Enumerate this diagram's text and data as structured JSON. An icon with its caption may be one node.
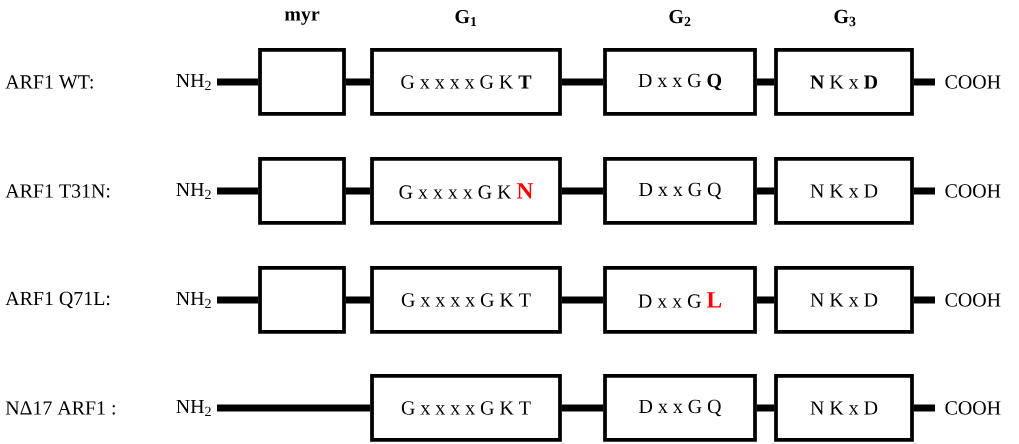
{
  "diagram": {
    "nodes": [
      {
        "text": [
          "NH$_{2}$"
        ]
      },
      {
        "text": [],
        "shape": "box"
      },
      {
        "text": [
          "G x x x x G K **T**"
        ]
      },
      {
        "text": [
          "D x x G **Q**"
        ]
      },
      {
        "text": [
          "**N** K x **D**"
        ]
      },
      {
        "text": [
          "COOH"
        ]
      },
      {
        "text": [
          "NH$_{2}$"
        ]
      },
      {
        "text": [],
        "shape": "box"
      },
      {
        "text": [
          "G x x x x G K",
          "N"
        ]
      },
      {
        "text": [
          "D x x G Q"
        ]
      },
      {
        "text": [
          "N K x D"
        ]
      },
      {
        "text": [
          "COOH"
        ]
      },
      {
        "text": [
          "NH$_{2}$"
        ]
      },
      {
        "text": [],
        "shape": "box"
      },
      {
        "text": [
          "G x x x x G K T"
        ]
      },
      {
        "text": [
          "D x x G",
          "L"
        ]
      },
      {
        "text": [
          "N K x D"
        ]
      },
      {
        "text": [
          "COOH"
        ]
      },
      {
        "text": [
          "NH$_{2}$"
        ]
      },
      {
        "text": [
          "G x x x x G K T"
        ]
      },
      {
        "text": [
          "D x x G Q"
        ]
      },
      {
        "text": [
          "N K x D"
        ]
      },
      {
        "text": [
          "COOH"
        ]
      }
    ],
    "edges": [
      {
        "from": 0,
        "to": 1,
        "arrow": "none"
      },
      {
        "from": 1,
        "to": 2,
        "arrow": "none"
      },
      {
        "from": 2,
        "to": 3,
        "arrow": "none"
      },
      {
        "from": 3,
        "to": 4,
        "arrow": "none"
      },
      {
        "from": 4,
        "to": 5,
        "arrow": "none"
      },
      {
        "from": 6,
        "to": 7,
        "arrow": "none"
      },
      {
        "from": 7,
        "to": 8,
        "arrow": "none"
      },
      {
        "from": 8,
        "to": 9,
        "arrow": "none"
      },
      {
        "from": 9,
        "to": 10,
        "arrow": "none"
      },
      {
        "from": 10,
        "to": 11,
        "arrow": "none"
      },
      {
        "from": 12,
        "to": 13,
        "arrow": "none"
      },
      {
        "from": 13,
        "to": 14,
        "arrow": "none"
      },
      {
        "from": 14,
        "to": 15,
        "arrow": "none"
      },
      {
        "from": 15,
        "to": 16,
        "arrow": "none"
      },
      {
        "from": 16,
        "to": 17,
        "arrow": "none"
      },
      {
        "from": 18,
        "to": 19,
        "arrow": "none"
      },
      {
        "from": 19,
        "to": 20,
        "arrow": "none"
      },
      {
        "from": 20,
        "to": 21,
        "arrow": "none"
      },
      {
        "from": 21,
        "to": 22,
        "arrow": "none"
      }
    ],
    "labels": [
      "myr",
      "G$_{1}$",
      "G$_{2}$",
      "G$_{3}$",
      "ARF1 WT:",
      "ARF1 T31N:",
      "ARF1 Q71L:",
      "NΔ17 ARF1 :"
    ]
  }
}
